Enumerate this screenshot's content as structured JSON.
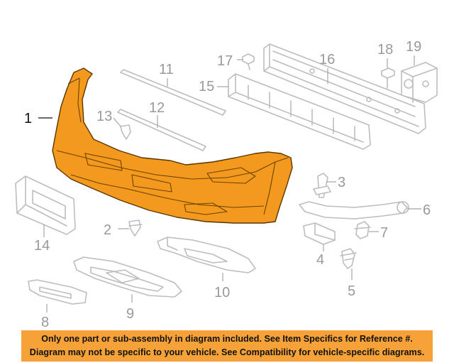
{
  "diagram": {
    "callouts": [
      {
        "id": "1",
        "label": "1"
      },
      {
        "id": "2",
        "label": "2"
      },
      {
        "id": "3",
        "label": "3"
      },
      {
        "id": "4",
        "label": "4"
      },
      {
        "id": "5",
        "label": "5"
      },
      {
        "id": "6",
        "label": "6"
      },
      {
        "id": "7",
        "label": "7"
      },
      {
        "id": "8",
        "label": "8"
      },
      {
        "id": "9",
        "label": "9"
      },
      {
        "id": "10",
        "label": "10"
      },
      {
        "id": "11",
        "label": "11"
      },
      {
        "id": "12",
        "label": "12"
      },
      {
        "id": "13",
        "label": "13"
      },
      {
        "id": "14",
        "label": "14"
      },
      {
        "id": "15",
        "label": "15"
      },
      {
        "id": "16",
        "label": "16"
      },
      {
        "id": "17",
        "label": "17"
      },
      {
        "id": "18",
        "label": "18"
      },
      {
        "id": "19",
        "label": "19"
      }
    ],
    "highlight_color": "#f39a1e",
    "line_color": "#bdbdbd"
  },
  "banner": {
    "line1": "Only one part or sub-assembly in diagram included. See Item Specifics for Reference #.",
    "line2": "Diagram may not be specific to your vehicle. See Compatibility for vehicle-specific diagrams.",
    "background": "#f7a239"
  }
}
